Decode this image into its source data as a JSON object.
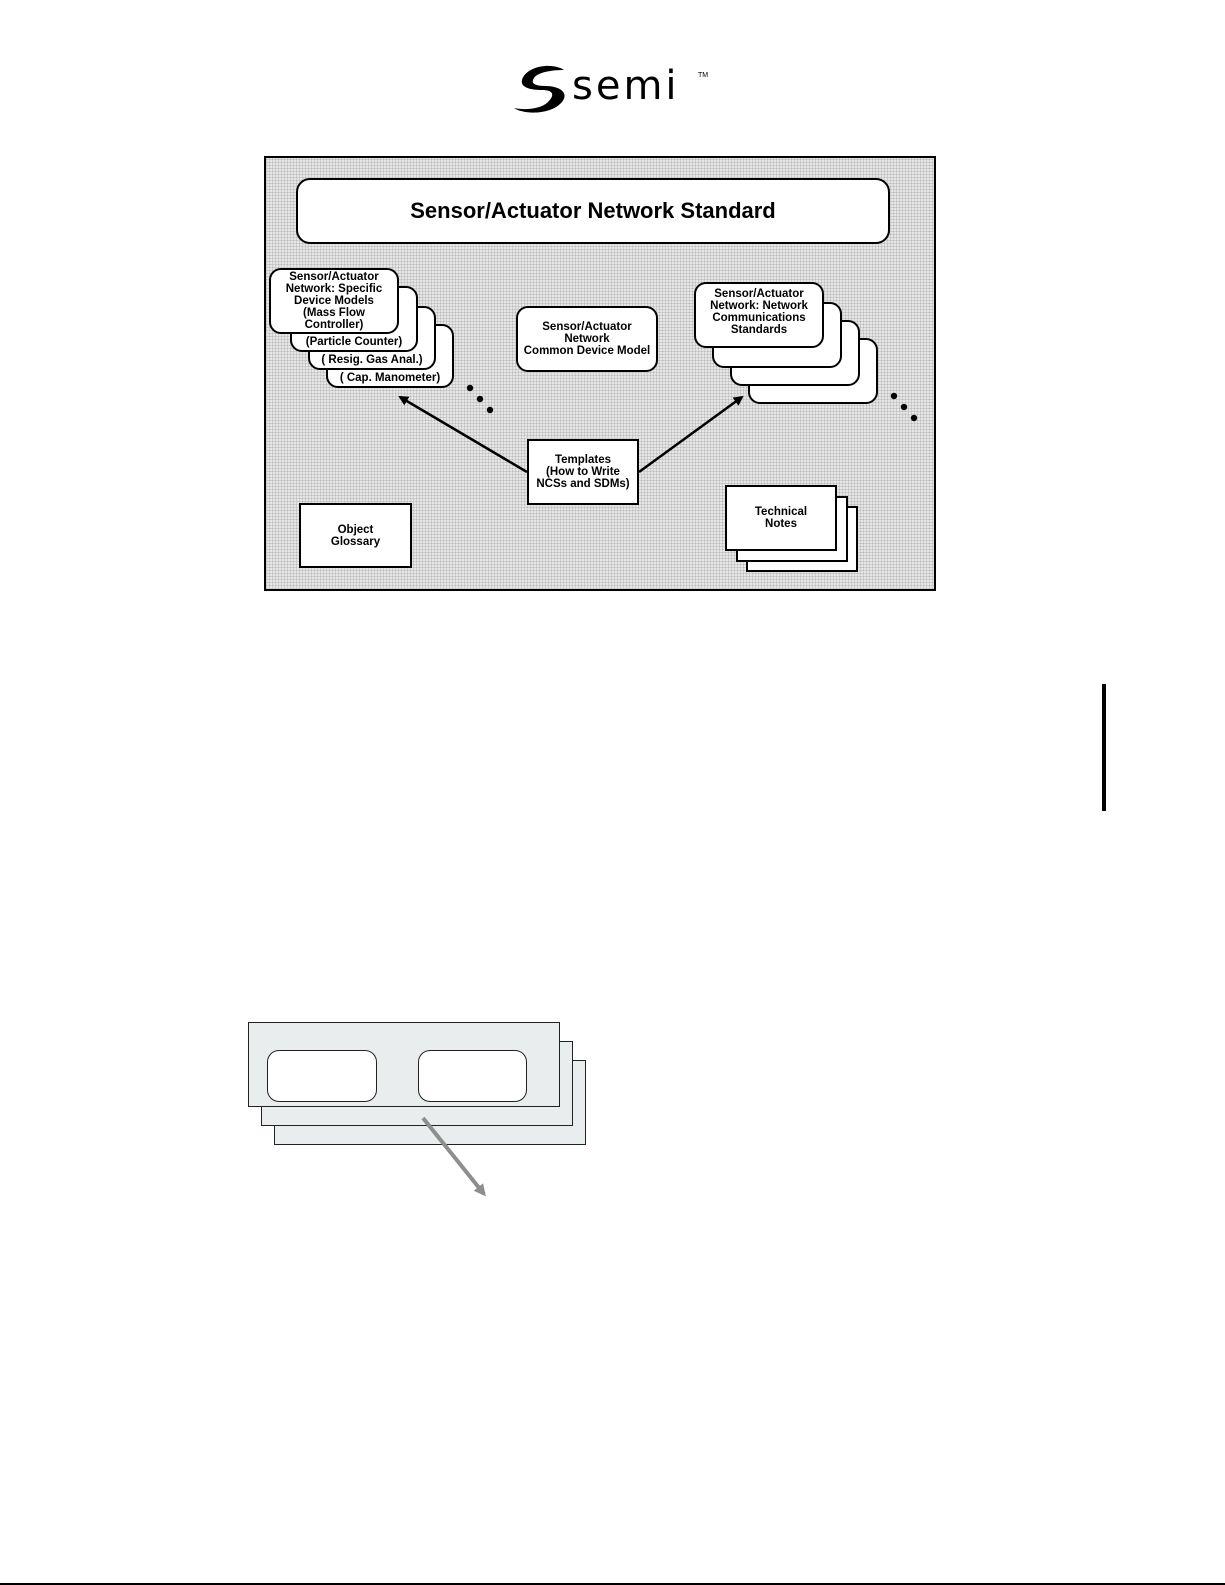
{
  "logo": {
    "text": "semi",
    "tm": "TM"
  },
  "diagram": {
    "title": "Sensor/Actuator Network Standard",
    "sdm_stack": {
      "front": "Sensor/Actuator\nNetwork: Specific\nDevice Models\n(Mass Flow\nController)",
      "second": "(Particle Counter)",
      "third": "( Resig. Gas Anal.)",
      "fourth": "( Cap. Manometer)"
    },
    "common_model": "Sensor/Actuator Network\nCommon Device Model",
    "ncs_stack": {
      "front": "Sensor/Actuator\nNetwork: Network\nCommunications\nStandards"
    },
    "templates": "Templates\n(How to Write\nNCSs and SDMs)",
    "object_glossary": "Object\nGlossary",
    "technical_notes": "Technical\nNotes"
  }
}
